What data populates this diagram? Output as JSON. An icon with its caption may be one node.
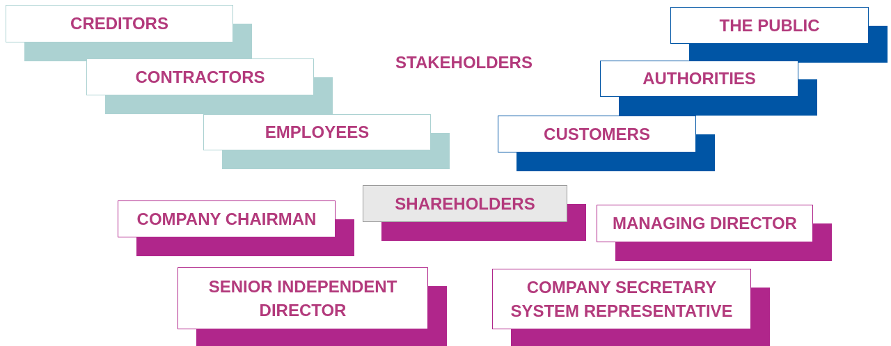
{
  "diagram": {
    "nodes": [
      {
        "text": [
          "CREDITORS"
        ]
      },
      {
        "text": [
          "CONTRACTORS"
        ]
      },
      {
        "text": [
          "EMPLOYEES"
        ]
      },
      {
        "text": [
          "THE PUBLIC"
        ]
      },
      {
        "text": [
          "AUTHORITIES"
        ]
      },
      {
        "text": [
          "CUSTOMERS"
        ]
      },
      {
        "text": [
          "SHAREHOLDERS"
        ]
      },
      {
        "text": [
          "COMPANY CHAIRMAN"
        ]
      },
      {
        "text": [
          "MANAGING DIRECTOR"
        ]
      },
      {
        "text": [
          "SENIOR INDEPENDENT DIRECTOR"
        ]
      },
      {
        "text": [
          "COMPANY SECRETARY SYSTEM REPRESENTATIVE"
        ]
      }
    ],
    "edges": [],
    "labels": [
      "STAKEHOLDERS"
    ]
  }
}
